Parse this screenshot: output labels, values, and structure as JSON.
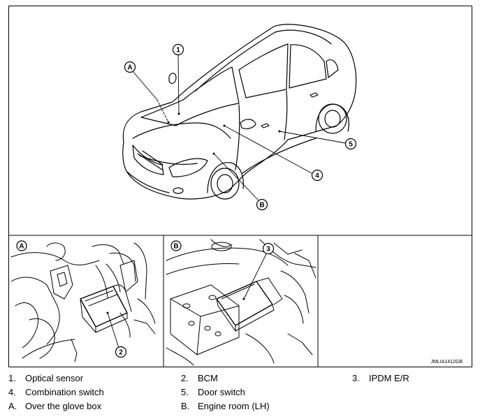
{
  "figure": {
    "id": "JMLIA1412GB",
    "callouts": {
      "c1": "1",
      "c2": "2",
      "c3": "3",
      "c4": "4",
      "c5": "5",
      "cA": "A",
      "cB": "B",
      "detailA": "A",
      "detailB": "B"
    }
  },
  "legend": {
    "items": [
      {
        "key": "1.",
        "label": "Optical sensor"
      },
      {
        "key": "2.",
        "label": "BCM"
      },
      {
        "key": "3.",
        "label": "IPDM E/R"
      },
      {
        "key": "4.",
        "label": "Combination switch"
      },
      {
        "key": "5.",
        "label": "Door switch"
      },
      {
        "key": "A.",
        "label": "Over the glove box"
      },
      {
        "key": "B.",
        "label": "Engine room (LH)"
      }
    ]
  }
}
